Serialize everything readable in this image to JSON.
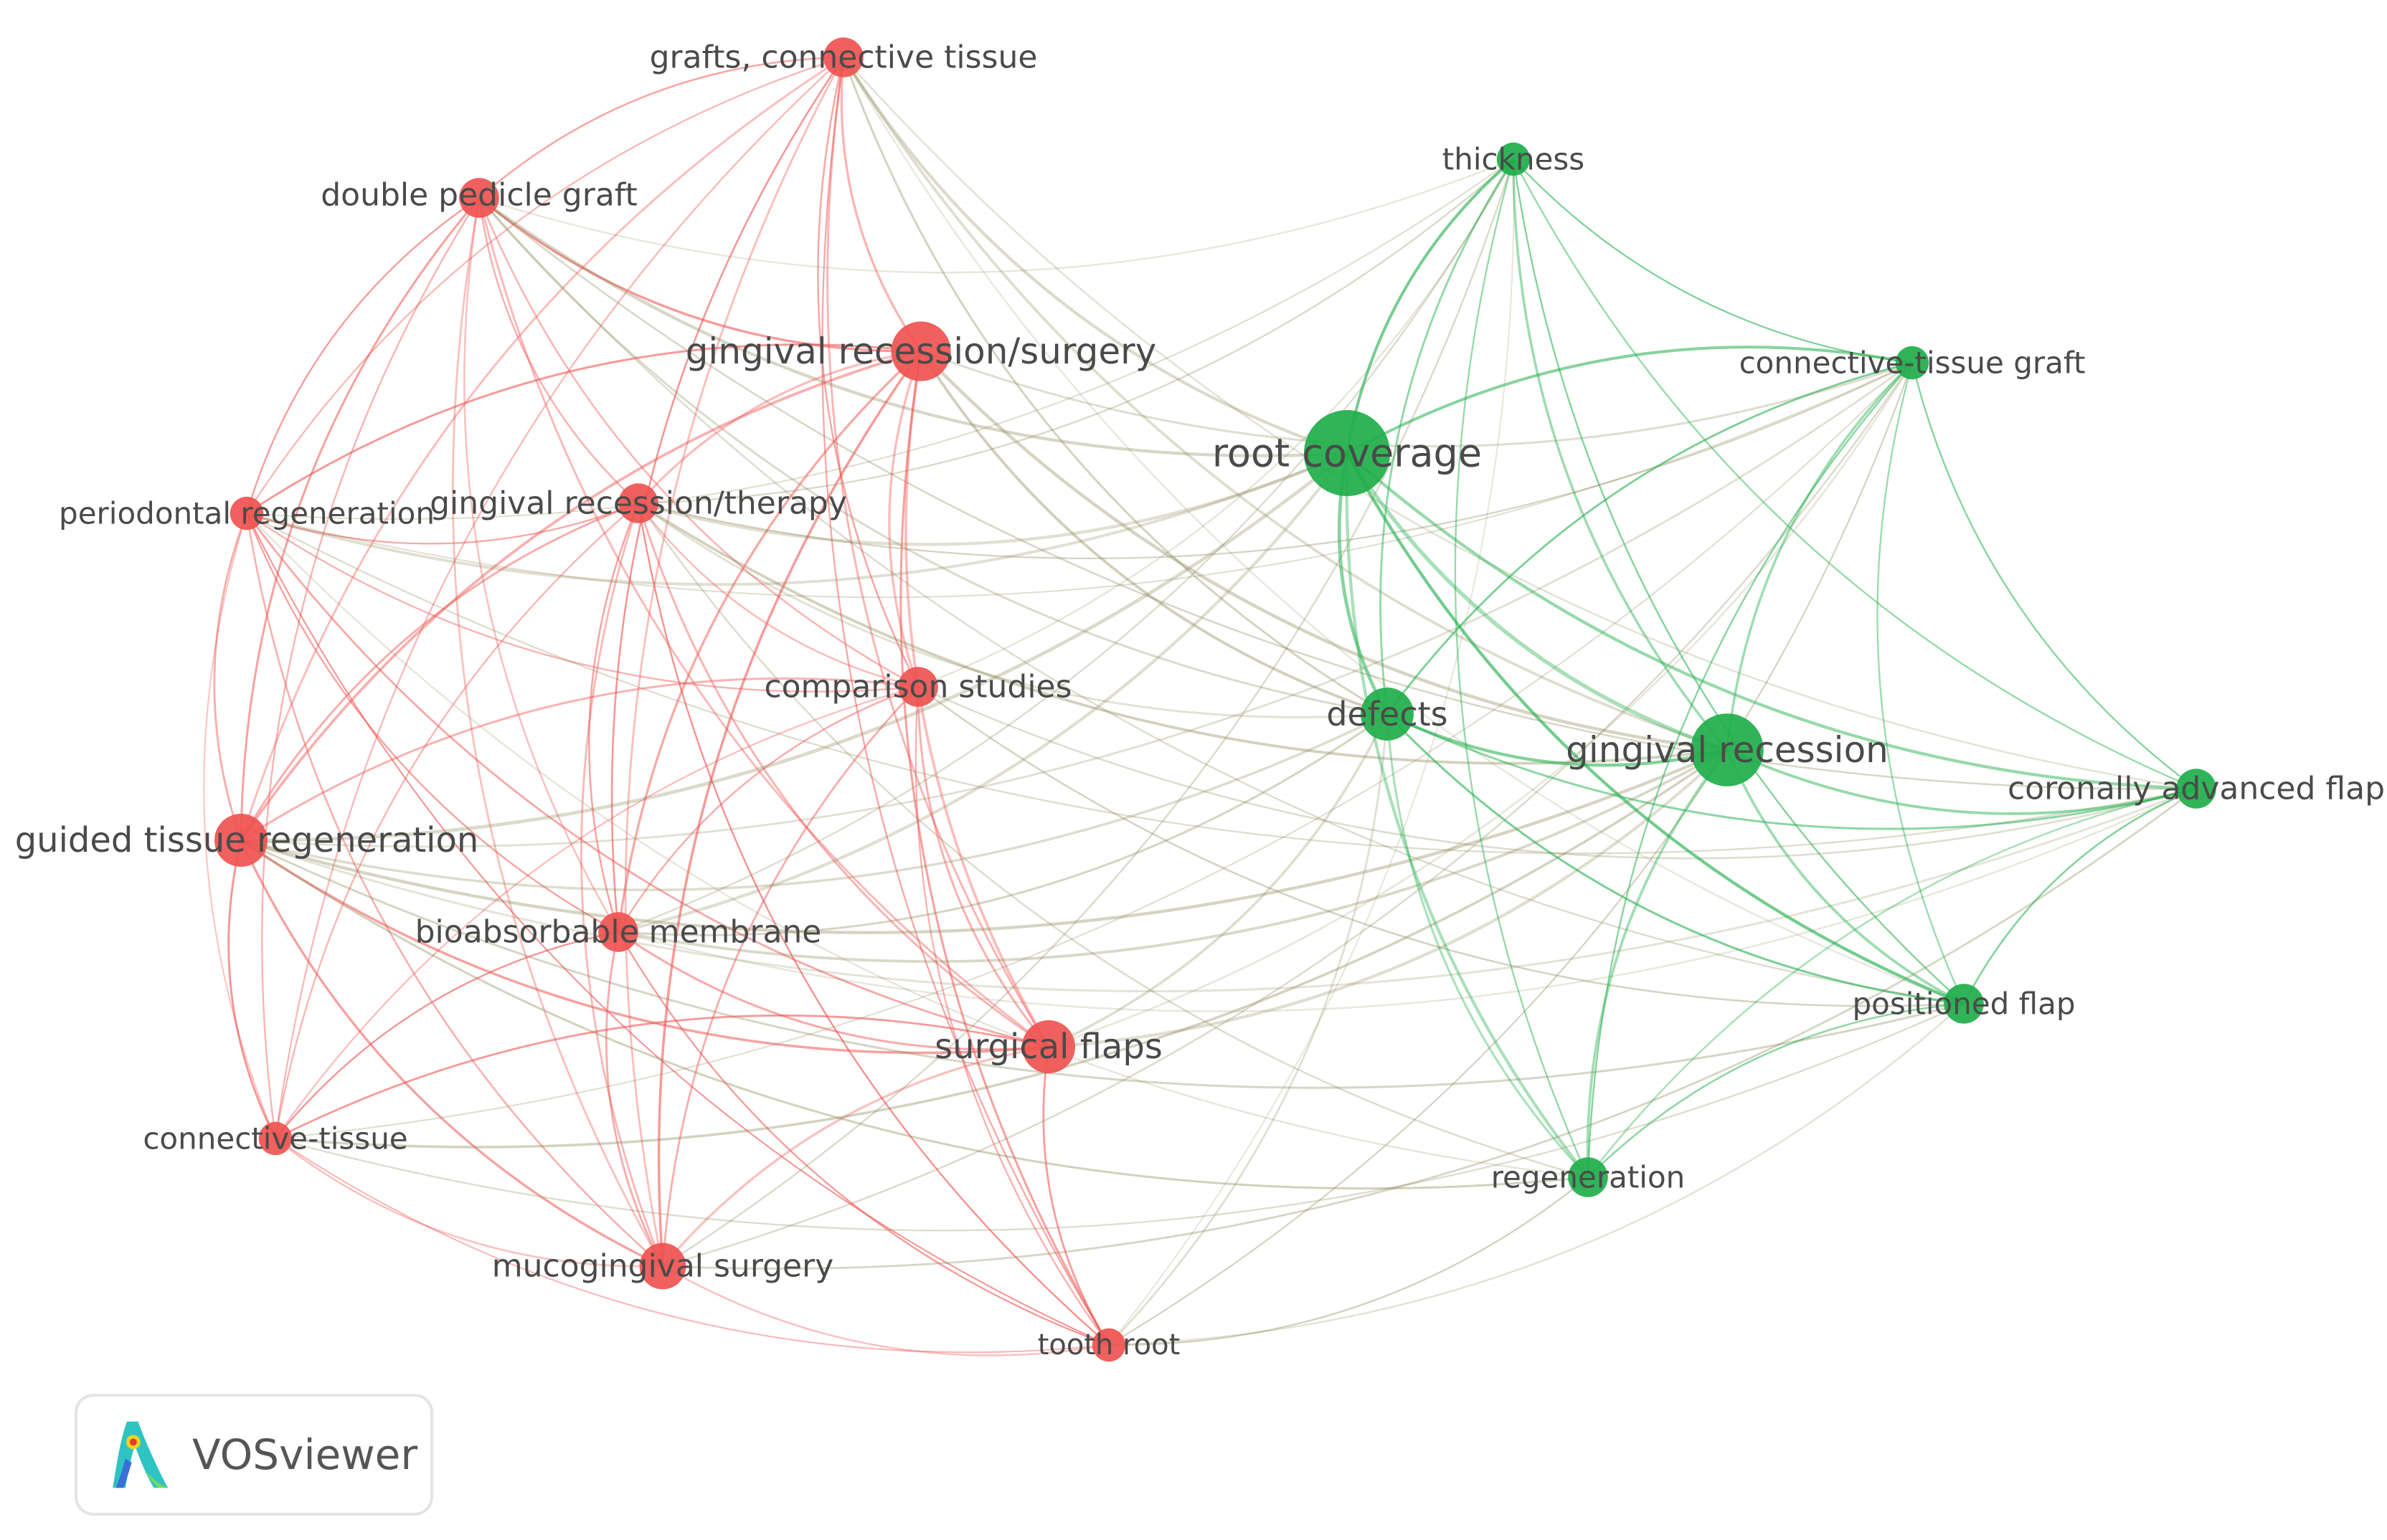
{
  "clusters": {
    "red": {
      "color": "#ef5350"
    },
    "green": {
      "color": "#1fae4a"
    }
  },
  "nodes": [
    {
      "id": "grafts_ct",
      "label": "grafts, connective tissue",
      "cluster": "red",
      "weight": 3
    },
    {
      "id": "double_pedicle",
      "label": "double pedicle graft",
      "cluster": "red",
      "weight": 3
    },
    {
      "id": "gr_surgery",
      "label": "gingival recession/surgery",
      "cluster": "red",
      "weight": 6
    },
    {
      "id": "perio_regen",
      "label": "periodontal regeneration",
      "cluster": "red",
      "weight": 2
    },
    {
      "id": "gr_therapy",
      "label": "gingival recession/therapy",
      "cluster": "red",
      "weight": 3
    },
    {
      "id": "comparison",
      "label": "comparison studies",
      "cluster": "red",
      "weight": 3
    },
    {
      "id": "gtr",
      "label": "guided tissue regeneration",
      "cluster": "red",
      "weight": 5
    },
    {
      "id": "bioabsorbable",
      "label": "bioabsorbable membrane",
      "cluster": "red",
      "weight": 3
    },
    {
      "id": "surgical_flaps",
      "label": "surgical flaps",
      "cluster": "red",
      "weight": 5
    },
    {
      "id": "connective_tissue",
      "label": "connective-tissue",
      "cluster": "red",
      "weight": 2
    },
    {
      "id": "mucogingival",
      "label": "mucogingival surgery",
      "cluster": "red",
      "weight": 4
    },
    {
      "id": "tooth_root",
      "label": "tooth root",
      "cluster": "red",
      "weight": 2
    },
    {
      "id": "thickness",
      "label": "thickness",
      "cluster": "green",
      "weight": 2
    },
    {
      "id": "ctg",
      "label": "connective-tissue graft",
      "cluster": "green",
      "weight": 2
    },
    {
      "id": "root_coverage",
      "label": "root coverage",
      "cluster": "green",
      "weight": 10
    },
    {
      "id": "defects",
      "label": "defects",
      "cluster": "green",
      "weight": 5
    },
    {
      "id": "gingival_recession",
      "label": "gingival recession",
      "cluster": "green",
      "weight": 8
    },
    {
      "id": "caf",
      "label": "coronally advanced flap",
      "cluster": "green",
      "weight": 3
    },
    {
      "id": "positioned_flap",
      "label": "positioned flap",
      "cluster": "green",
      "weight": 3
    },
    {
      "id": "regeneration",
      "label": "regeneration",
      "cluster": "green",
      "weight": 3
    }
  ],
  "logo": {
    "text": "VOSviewer"
  }
}
